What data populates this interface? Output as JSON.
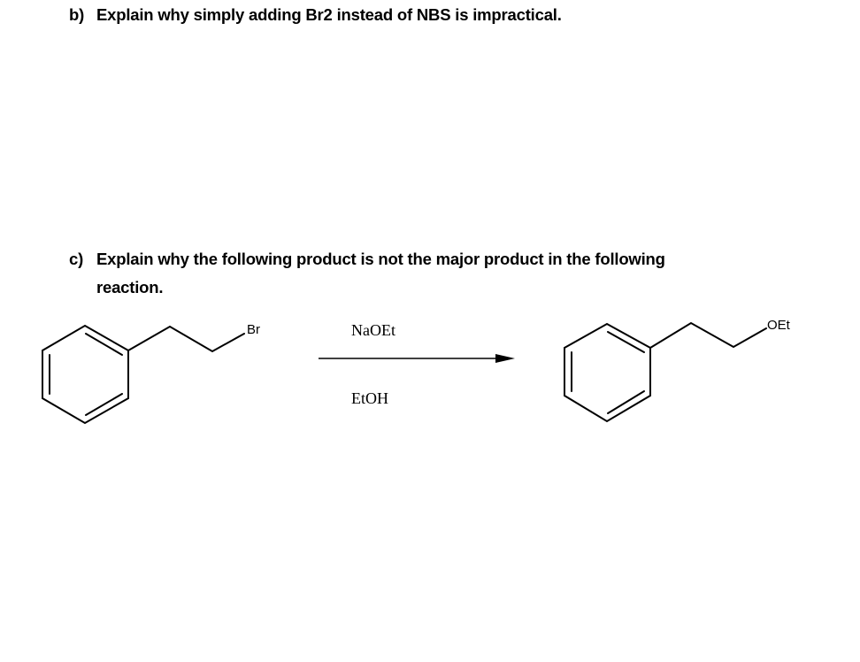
{
  "question_b": {
    "label": "b)",
    "text": "Explain why simply adding Br2 instead of NBS is impractical."
  },
  "question_c": {
    "label": "c)",
    "text_line1": "Explain why the following product is not the major product in the following",
    "text_line2": "reaction."
  },
  "reaction": {
    "reactant_label": "Br",
    "reagent_above": "NaOEt",
    "reagent_below": "EtOH",
    "product_label": "OEt"
  }
}
